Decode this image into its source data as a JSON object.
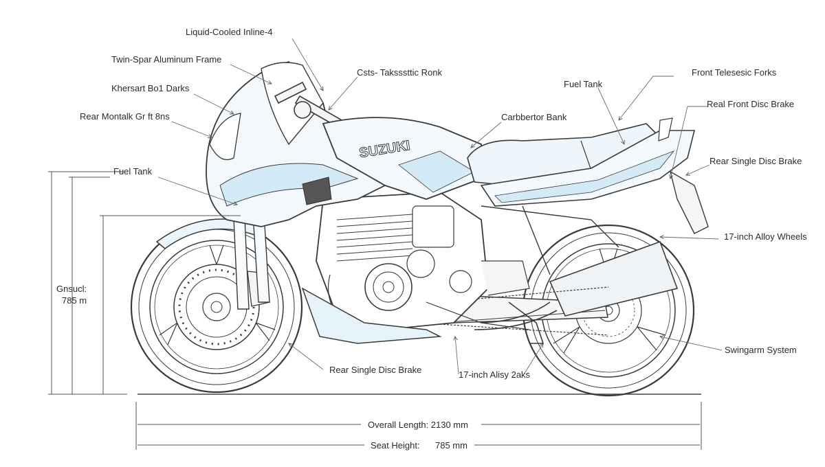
{
  "brand": "SUZUKI",
  "colors": {
    "ink": "#3a3a3a",
    "accent": "#cfe8f6",
    "leader": "#6b6b6b",
    "background": "#ffffff"
  },
  "labels": {
    "engine": "Liquid-Cooled Inline-4",
    "frame": "Twin-Spar Aluminum Frame",
    "front_disc_left": "Khersart Bo1 Darks",
    "rear_monitor": "Rear Montalk Gr ft 8ns",
    "fuel_tank_left": "Fuel Tank",
    "center_top": "Csts- Taksssttic Ronk",
    "fuel_tank_top": "Fuel Tank",
    "carburetor": "Carbbertor Bank",
    "forks": "Front Telesesic Forks",
    "front_brake": "Real Front Disc Brake",
    "rear_brake_right": "Rear Single Disc Brake",
    "wheels_right": "17-inch Alloy Wheels",
    "swingarm": "Swingarm System",
    "rear_brake_bottom": "Rear Single Disc Brake",
    "wheels_bottom": "17-inch Alisy 2aks"
  },
  "dimensions": {
    "ground_label": "Gnsucl:",
    "ground_value": "785 m",
    "overall_length": "Overall Length: 2130 mm",
    "seat_height_label": "Seat Height:",
    "seat_height_value": "785 mm"
  }
}
